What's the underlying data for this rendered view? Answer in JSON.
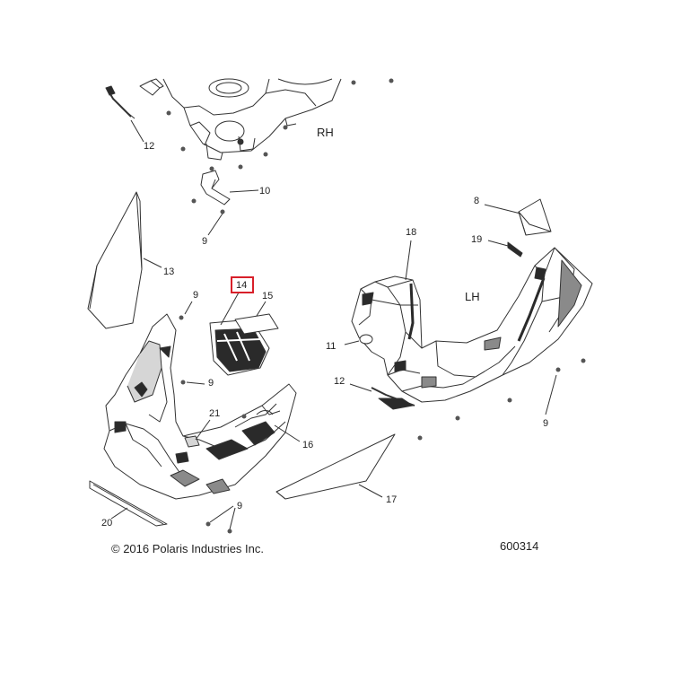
{
  "callouts": {
    "c12_top": "12",
    "c10": "10",
    "c9_a": "9",
    "c13": "13",
    "c14": "14",
    "c15": "15",
    "c9_b": "9",
    "c9_c": "9",
    "c21": "21",
    "c16": "16",
    "c20": "20",
    "c9_d": "9",
    "c17": "17",
    "c18": "18",
    "c8": "8",
    "c19": "19",
    "c11": "11",
    "c12_right": "12",
    "c9_e": "9"
  },
  "side_labels": {
    "right_hand": "RH",
    "left_hand": "LH"
  },
  "highlight": {
    "callout": "14",
    "color": "#d8202a"
  },
  "footer": {
    "copyright": "© 2016 Polaris Industries Inc.",
    "drawing_number": "600314"
  },
  "colors": {
    "line": "#333333",
    "shade_dark": "#2a2a2a",
    "shade_mid": "#8a8a8a",
    "shade_light": "#d6d6d6"
  }
}
